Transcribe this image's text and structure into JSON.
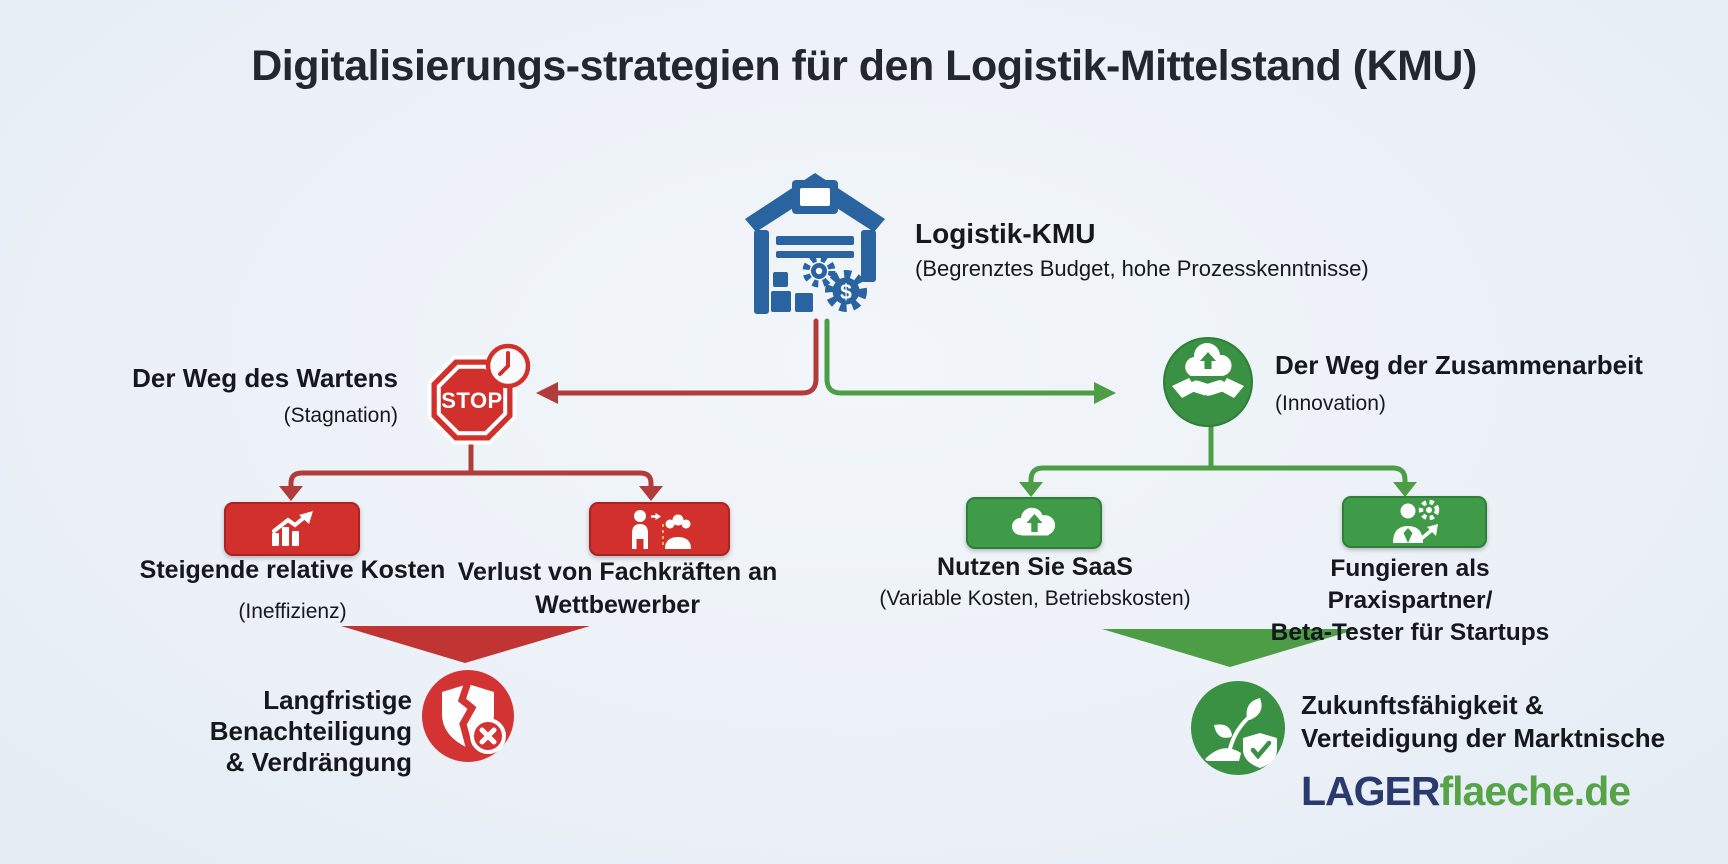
{
  "title": "Digitalisierungs-strategien für den Logistik-Mittelstand (KMU)",
  "root": {
    "label": "Logistik-KMU",
    "sub": "(Begrenztes Budget, hohe Prozesskenntnisse)",
    "gear_symbol": "$"
  },
  "branches": {
    "wait": {
      "label": "Der Weg des Wartens",
      "sub": "(Stagnation)",
      "stop_label": "STOP"
    },
    "collab": {
      "label": "Der Weg der Zusammenarbeit",
      "sub": "(Innovation)"
    }
  },
  "consequences": {
    "costs": {
      "label": "Steigende relative Kosten",
      "sub": "(Ineffizienz)"
    },
    "talent": {
      "line1": "Verlust von Fachkräften an",
      "line2": "Wettbewerber"
    }
  },
  "strategies": {
    "saas": {
      "label": "Nutzen Sie SaaS",
      "sub": "(Variable Kosten, Betriebskosten)"
    },
    "partner": {
      "line1": "Fungieren als Praxispartner/",
      "line2": "Beta-Tester für Startups"
    }
  },
  "outcomes": {
    "negative": {
      "line1": "Langfristige Benachteiligung",
      "line2": "& Verdrängung"
    },
    "positive": {
      "line1": "Zukunftsfähigkeit &",
      "line2": "Verteidigung der Marktnische"
    }
  },
  "logo": {
    "part1": "LAGER",
    "part2": "flaeche.de"
  },
  "icons": {
    "root": "warehouse-gears-icon",
    "wait": "stop-sign-clock-icon",
    "collab": "cloud-handshake-icon",
    "costs": "rising-chart-icon",
    "talent": "employee-leaving-icon",
    "saas": "cloud-upload-icon",
    "partner": "consultant-gear-icon",
    "negative_outcome": "broken-shield-icon",
    "positive_outcome": "plant-shield-check-icon"
  },
  "colors": {
    "background": "#ecf1f7",
    "title_text": "#23272e",
    "body_text": "#15181c",
    "red_box": "#d2302c",
    "red_arrow": "#b03c3c",
    "red_funnel": "#c03534",
    "red_circle": "#d43333",
    "green_box": "#3f9b47",
    "green_arrow": "#4c9d45",
    "green_circle": "#3a9143",
    "blue_icon": "#2a64a0",
    "logo_navy": "#2b3a6e",
    "logo_green": "#56a447"
  }
}
